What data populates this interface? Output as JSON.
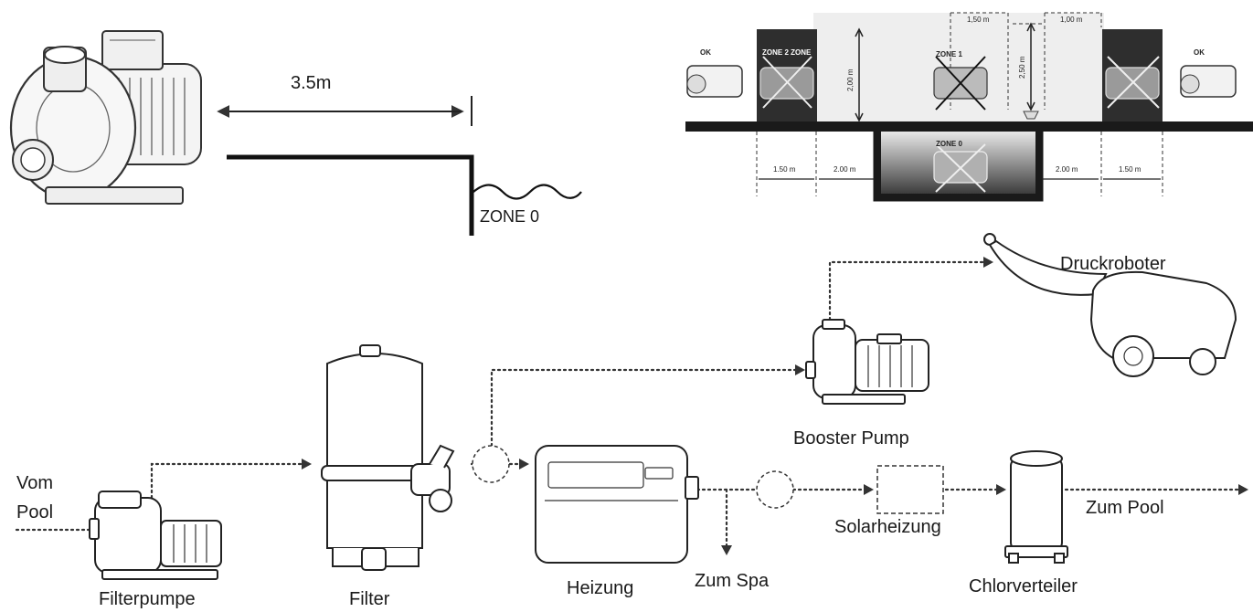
{
  "top_left": {
    "distance_label": "3.5m",
    "zone_label": "ZONE 0"
  },
  "zones_diagram": {
    "ok_left": "OK",
    "ok_right": "OK",
    "zone2_label": "ZONE 2 ZONE",
    "zone1_label": "ZONE 1",
    "zone0_label": "ZONE 0",
    "dim_top_a": "1,50 m",
    "dim_top_b": "1,00 m",
    "dim_vert_a": "2,00 m",
    "dim_vert_b": "2,50 m",
    "dim_bot_1": "1.50 m",
    "dim_bot_2": "2.00 m",
    "dim_bot_3": "2.00 m",
    "dim_bot_4": "1.50 m"
  },
  "flow": {
    "vom_pool_1": "Vom",
    "vom_pool_2": "Pool",
    "filterpumpe": "Filterpumpe",
    "filter": "Filter",
    "heizung": "Heizung",
    "zum_spa": "Zum Spa",
    "booster_pump": "Booster Pump",
    "druckroboter": "Druckroboter",
    "solarheizung": "Solarheizung",
    "chlorverteiler": "Chlorverteiler",
    "zum_pool": "Zum Pool"
  }
}
